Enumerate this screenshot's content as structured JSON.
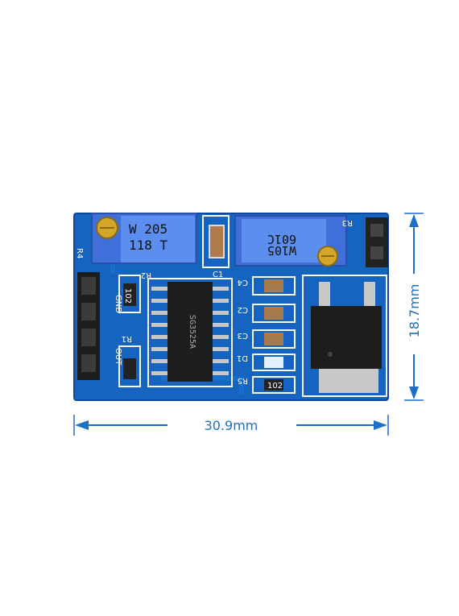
{
  "dimensions": {
    "width_label": "30.9mm",
    "height_label": "18.7mm"
  },
  "board": {
    "pcb_color": "#1565c0",
    "accent_color": "#1e6fc8",
    "silkscreen": {
      "r1": "R1",
      "r2": "R2",
      "r3": "R3",
      "r4": "R4",
      "r5": "R5",
      "c1": "C1",
      "c2": "C2",
      "c3": "C3",
      "c4": "C4",
      "d1": "D1",
      "gnd": "GND",
      "out": "OUT"
    },
    "pot_left": {
      "line1": "W 205",
      "line2": "118 T"
    },
    "pot_right": {
      "line1": "601C",
      "line2": "W105"
    },
    "resistor_r2_code": "102",
    "resistor_r5_code": "102",
    "ic_marking": "SG3525A"
  }
}
